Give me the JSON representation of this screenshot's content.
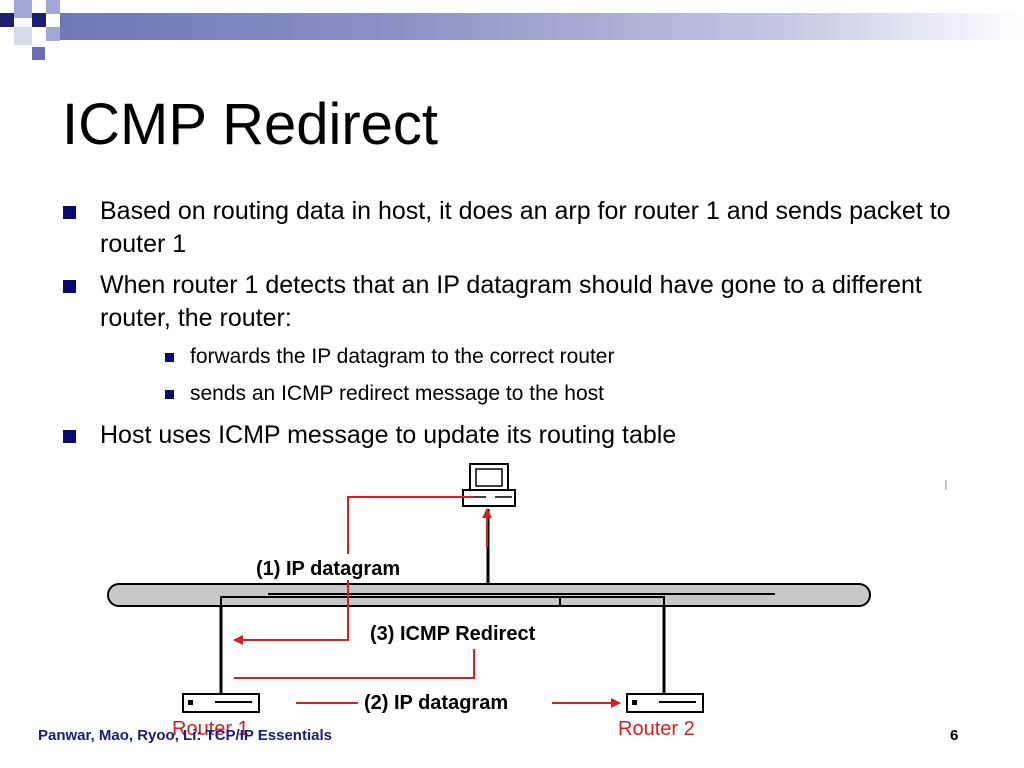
{
  "slide": {
    "title": "ICMP Redirect",
    "bullets": [
      "Based on routing data in host, it does an arp for router 1 and sends packet to router 1",
      "When router 1 detects that an IP datagram should have gone to a different router, the router:",
      "Host uses ICMP message to update its routing table"
    ],
    "sub_bullets": [
      "forwards the IP datagram to the correct router",
      "sends  an ICMP redirect message to the host"
    ]
  },
  "diagram": {
    "labels": {
      "ip_datagram_1": "(1) IP datagram",
      "icmp_redirect_3": "(3) ICMP Redirect",
      "ip_datagram_2": "(2) IP datagram"
    },
    "routers": [
      "Router 1",
      "Router 2"
    ],
    "colors": {
      "arrow": "#d42020",
      "router_label": "#d42020",
      "bus_fill": "#c8c8c8",
      "bullet": "#0a0a6e"
    },
    "icons": [
      "host-computer-icon",
      "router-device-icon"
    ]
  },
  "footer": {
    "left": "Panwar, Mao, Ryoo, Li: TCP/IP Essentials",
    "page_number": "6"
  }
}
